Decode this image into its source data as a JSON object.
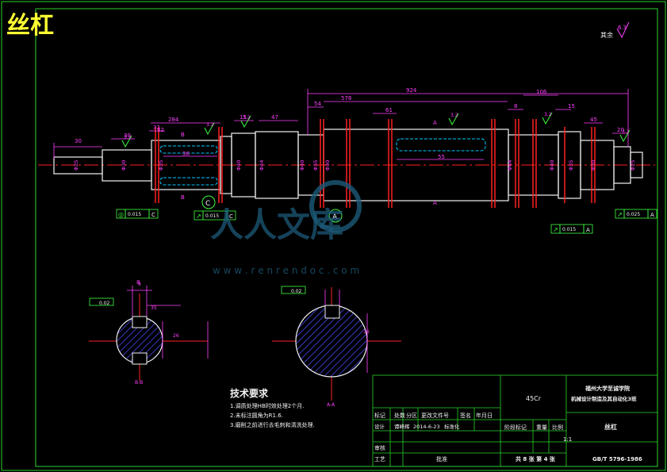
{
  "drawing": {
    "title": "丝杠",
    "colors": {
      "border": "#2bd42b",
      "outline": "#f2f2f2",
      "dimension": "#ff40ff",
      "center": "#ff2020",
      "hatch": "#4a4aff",
      "tolerance": "#40ff40",
      "title_text": "#ffff33"
    },
    "roughness_rest": {
      "prefix": "其余",
      "value": "6.3"
    },
    "dimensions": {
      "top": [
        "924",
        "578",
        "54",
        "61",
        "106",
        "15",
        "20",
        "8",
        "45",
        "284",
        "30",
        "15",
        "47",
        "30",
        "32",
        "32",
        "8"
      ],
      "left_lengths": [
        "30"
      ],
      "inner": [
        "36",
        "55"
      ],
      "diameters": [
        "Φ25",
        "Φ30",
        "Φ35",
        "Φ40",
        "Φ44",
        "Φ40",
        "Φ35",
        "Φ30",
        "Φ44",
        "Φ40",
        "Φ35",
        "Φ30",
        "Φ25"
      ],
      "roughness": [
        "3.2",
        "3.2",
        "3.2",
        "3.2",
        "3.2",
        "3.2"
      ],
      "section_letters": [
        "B",
        "B",
        "A",
        "A"
      ]
    },
    "datums": {
      "c": "C",
      "a": "A"
    },
    "tolerances": [
      {
        "symbol": "◎",
        "value": "0.015",
        "datum": "C"
      },
      {
        "symbol": "↗",
        "value": "0.015",
        "datum": "C"
      },
      {
        "symbol": "↗",
        "value": "0.015",
        "datum": "A"
      },
      {
        "symbol": "↗",
        "value": "0.025",
        "datum": "A"
      }
    ],
    "sections": {
      "left": {
        "label": "B-B",
        "width": "8",
        "tol": "0.02",
        "depth": "26",
        "r": "35"
      },
      "right": {
        "label": "A-A",
        "tol": "0.02",
        "depth": "36"
      }
    },
    "tech_notes": {
      "heading": "技术要求",
      "items": [
        "1.调质处理HB时效处理2个月.",
        "2.未标注圆角为R1.6.",
        "3.磨削之前进行去毛刺和清洗处理."
      ]
    },
    "title_block": {
      "material": "45Cr",
      "school": "福州大学至诚学院",
      "dept": "机械设计制造及其自动化3班",
      "part_name": "丝杠",
      "header_row": [
        "标记",
        "处数",
        "分区",
        "更改文件号",
        "签名",
        "年月日"
      ],
      "design_row": [
        "设计",
        "谭峰辉",
        "2014-6-23",
        "标准化"
      ],
      "stage_row": [
        "阶段标记",
        "重量",
        "比例"
      ],
      "scale": "1:1",
      "review": "审核",
      "process": "工艺",
      "approve": "批准",
      "sheet_info": "共 8 张 第 4 张",
      "standard": "GB/T 5796-1986"
    },
    "watermark": {
      "cn": "人人文库",
      "letter": "A",
      "url": "w w w . r e n r e n d o c . c o m"
    }
  }
}
